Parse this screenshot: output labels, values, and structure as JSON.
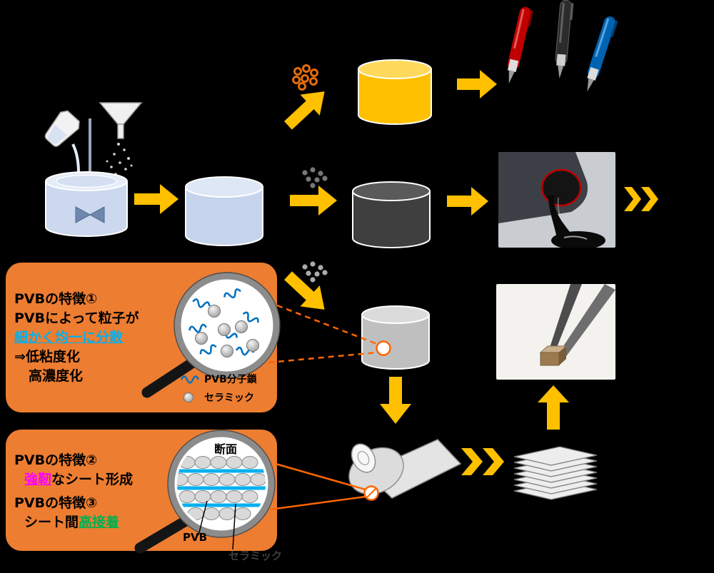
{
  "canvas": {
    "bg": "#000000"
  },
  "colors": {
    "arrow": "#FFC000",
    "panel": "#ED7D31",
    "connector": "#FF6600",
    "highlight_cyan": "#00B0F0",
    "highlight_magenta": "#FF00FF",
    "highlight_green": "#00B050"
  },
  "panel1": {
    "title": "PVBの特徴①",
    "line1": "PVBによって粒子が",
    "highlight": "細かく均一に分散",
    "line2": "⇒低粘度化",
    "line3": "高濃度化",
    "legend": {
      "pvb": "PVB分子鎖",
      "ceramic": "セラミック"
    }
  },
  "panel2": {
    "title1": "PVBの特徴②",
    "highlight1": "強靭",
    "rest1": "なシート形成",
    "title2": "PVBの特徴③",
    "prefix2": "シート間",
    "highlight2": "高接着",
    "section_label": "断面",
    "label_pvb": "PVB",
    "label_ceramic": "セラミック"
  }
}
